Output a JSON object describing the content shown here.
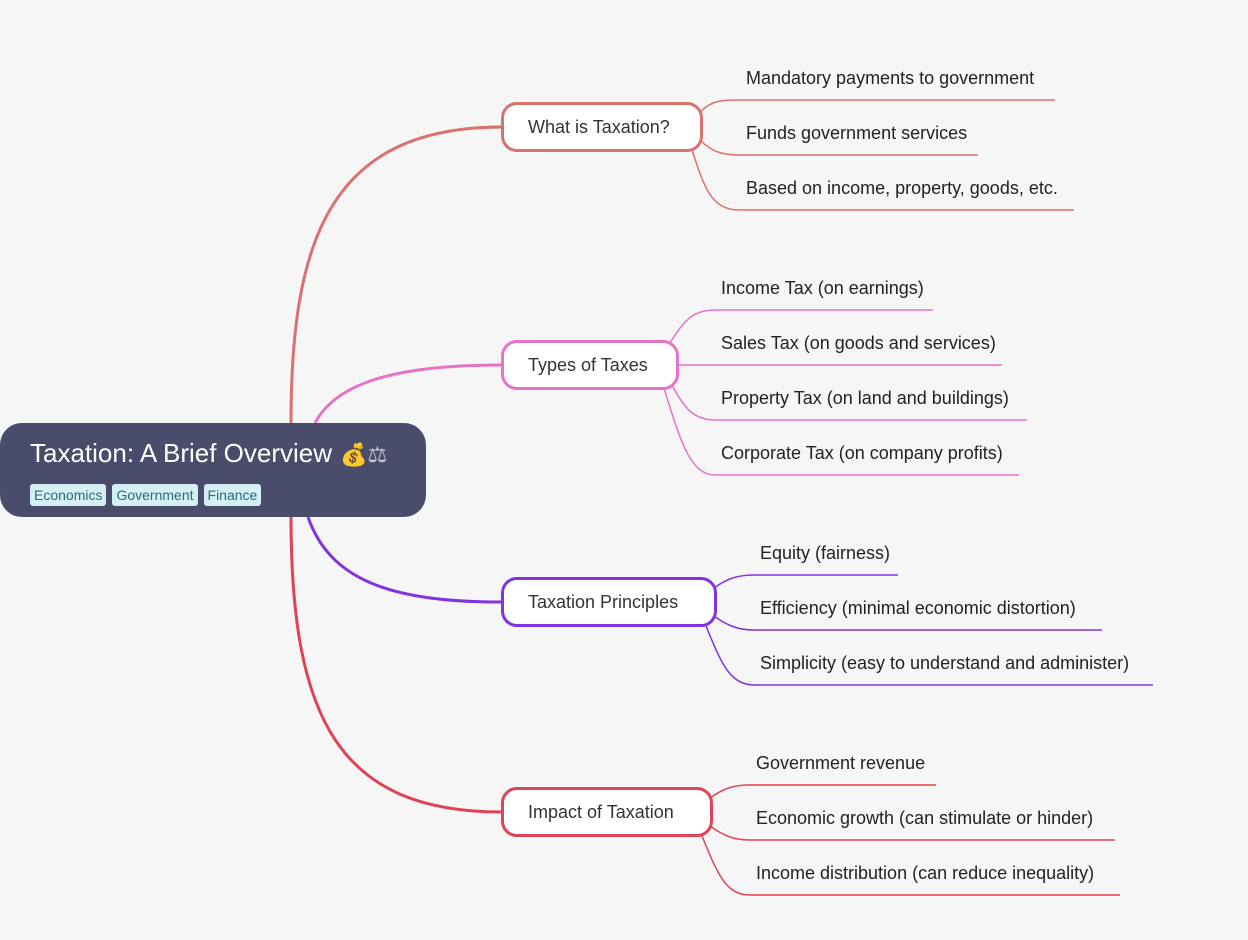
{
  "root": {
    "title": "Taxation: A Brief Overview",
    "emoji_bag": "💰",
    "emoji_scales": "⚖",
    "tags": [
      "Economics",
      "Government",
      "Finance"
    ]
  },
  "branches": [
    {
      "label": "What is Taxation?",
      "color": "#d9716f",
      "children": [
        "Mandatory payments to government",
        "Funds government services",
        "Based on income, property, goods, etc."
      ]
    },
    {
      "label": "Types of Taxes",
      "color": "#e573c6",
      "children": [
        "Income Tax (on earnings)",
        "Sales Tax (on goods and services)",
        "Property Tax (on land and buildings)",
        "Corporate Tax (on company profits)"
      ]
    },
    {
      "label": "Taxation Principles",
      "color": "#8133df",
      "children": [
        "Equity (fairness)",
        "Efficiency (minimal economic distortion)",
        "Simplicity (easy to understand and administer)"
      ]
    },
    {
      "label": "Impact of Taxation",
      "color": "#de4356",
      "children": [
        "Government revenue",
        "Economic growth (can stimulate or hinder)",
        "Income distribution (can reduce inequality)"
      ]
    }
  ]
}
